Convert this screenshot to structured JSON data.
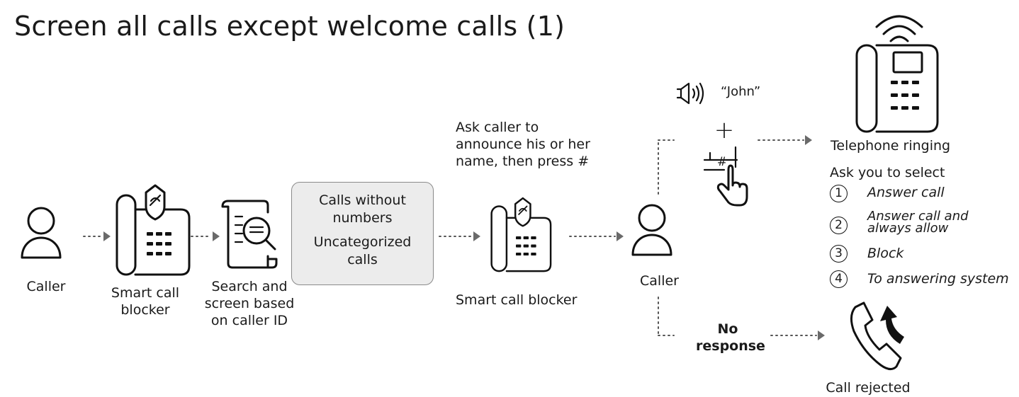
{
  "title": "Screen all calls except welcome calls (1)",
  "nodes": {
    "caller_left": "Caller",
    "smart_blocker_1": [
      "Smart call",
      "blocker"
    ],
    "search_screen": [
      "Search and",
      "screen based",
      "on caller ID"
    ],
    "categories": {
      "line1": [
        "Calls without",
        "numbers"
      ],
      "line2": [
        "Uncategorized",
        "calls"
      ]
    },
    "announce_prompt": [
      "Ask caller to",
      "announce his or her",
      "name, then press #"
    ],
    "smart_blocker_2": "Smart call blocker",
    "caller_right": "Caller",
    "spoken_name": "“John”",
    "plus_sign": "+",
    "hash_key": "#",
    "telephone_ringing": "Telephone ringing",
    "select_prompt": "Ask you to select",
    "options": [
      {
        "num": "1",
        "text": [
          "Answer call"
        ]
      },
      {
        "num": "2",
        "text": [
          "Answer call and",
          "always allow"
        ]
      },
      {
        "num": "3",
        "text": [
          "Block"
        ]
      },
      {
        "num": "4",
        "text": [
          "To answering system"
        ]
      }
    ],
    "no_response": [
      "No",
      "response"
    ],
    "call_rejected": "Call rejected"
  }
}
